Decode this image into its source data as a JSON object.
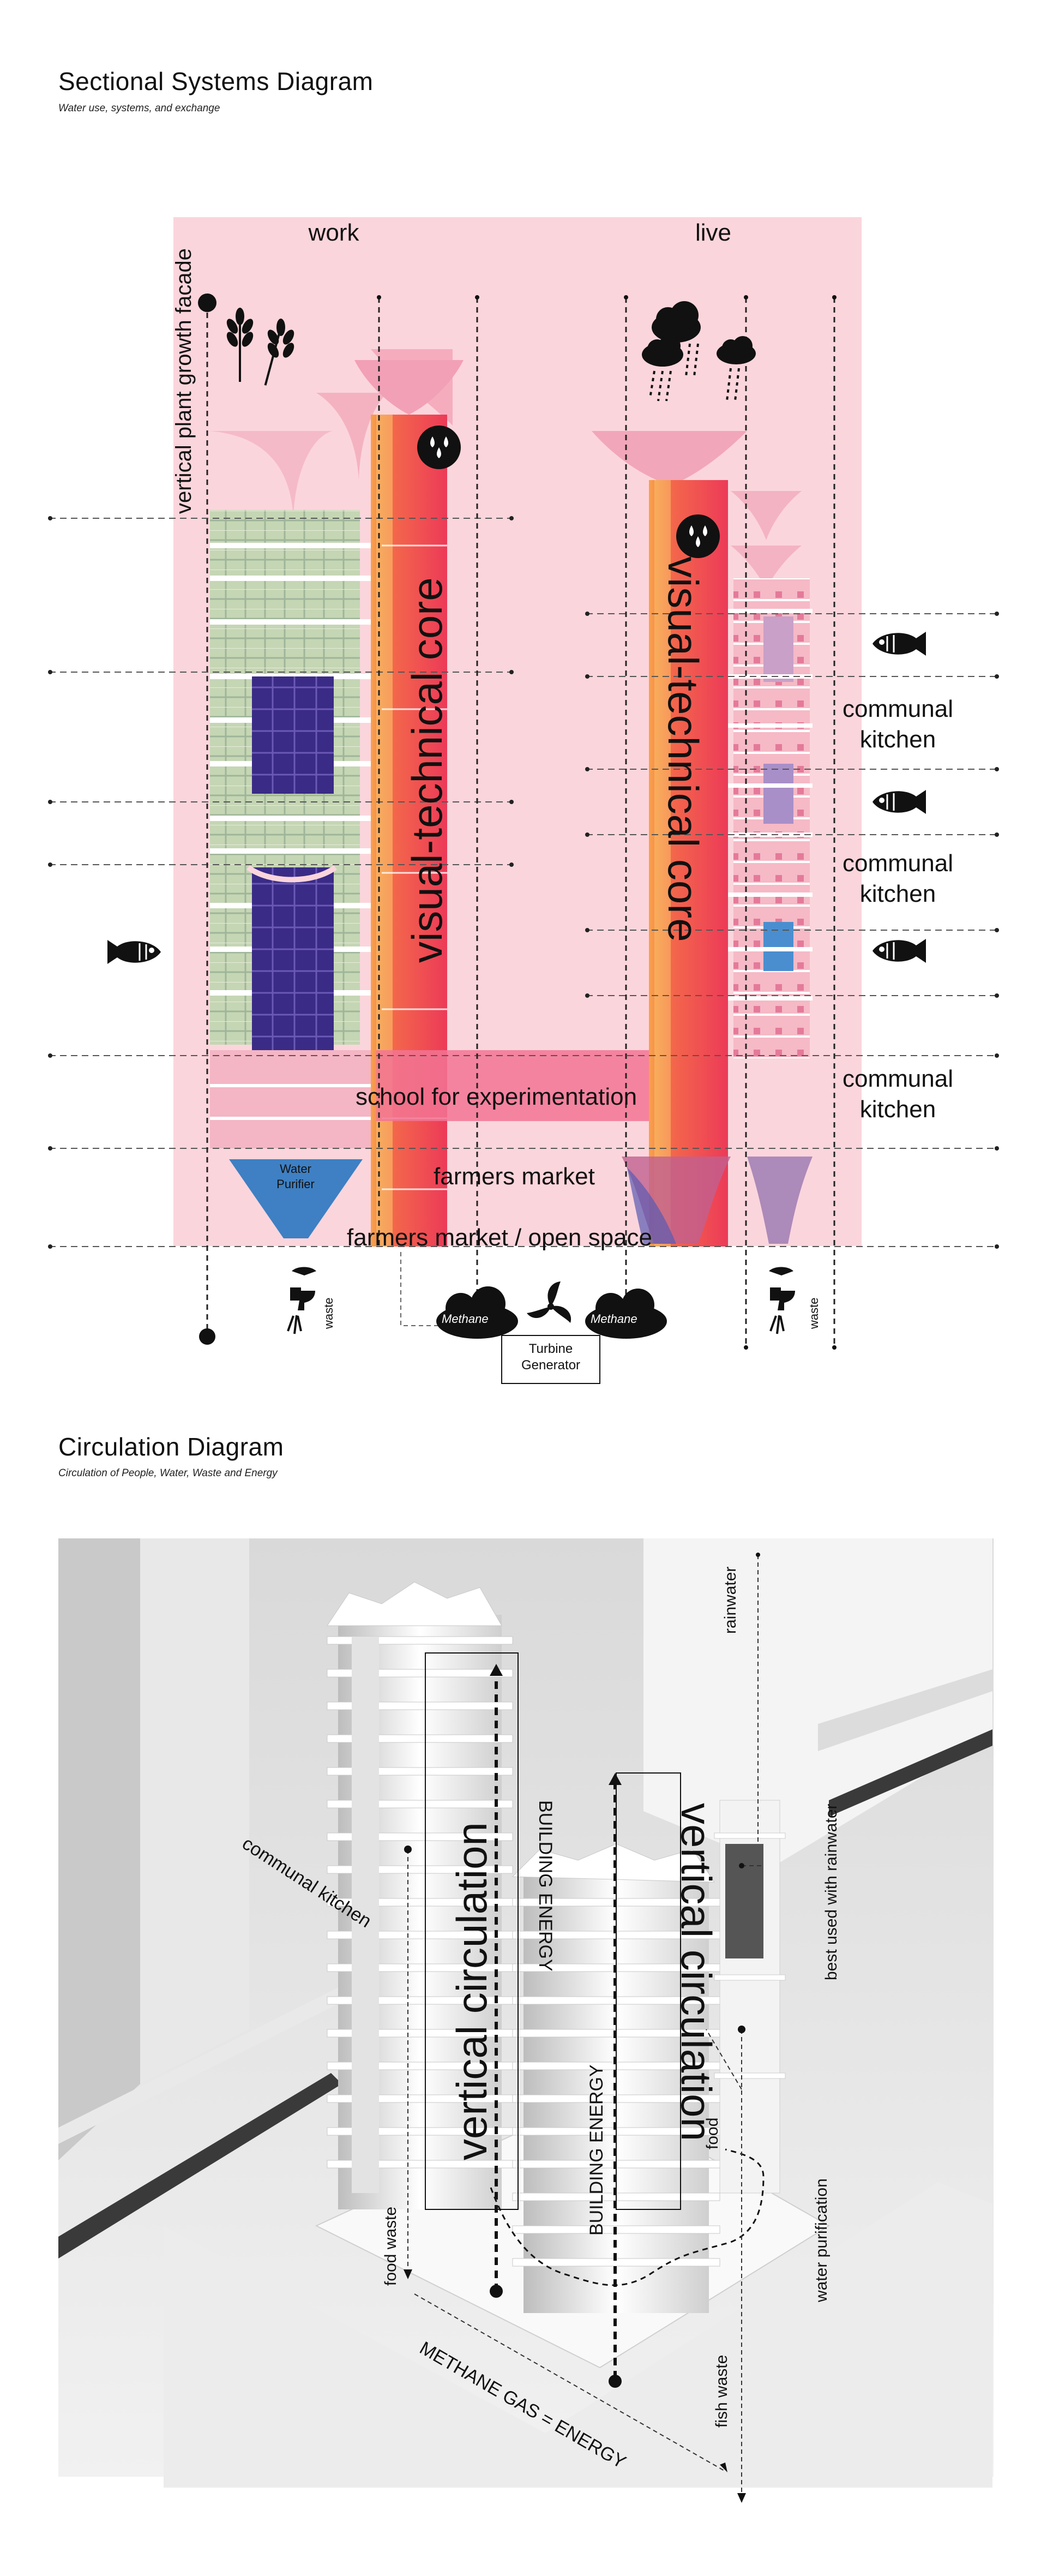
{
  "section1": {
    "title": "Sectional Systems Diagram",
    "subtitle": "Water use, systems, and exchange",
    "labels": {
      "work": "work",
      "live": "live",
      "facade": "vertical plant growth facade",
      "core": "visual-technical core",
      "communal_kitchen": "communal\nkitchen",
      "school": "school for experimentation",
      "farmers_market": "farmers market",
      "open_space": "farmers market / open space",
      "water_purifier": "Water\nPurifier",
      "waste": "waste",
      "methane": "Methane",
      "turbine": "Turbine\nGenerator"
    }
  },
  "section2": {
    "title": "Circulation Diagram",
    "subtitle": "Circulation of People, Water, Waste and Energy",
    "labels": {
      "vertical_circulation": "vertical circulation",
      "building_energy": "BUILDING ENERGY",
      "communal_kitchen": "communal kitchen",
      "rainwater": "rainwater",
      "best_used": "best used with rainwater",
      "food": "food",
      "food_waste": "food waste",
      "water_purification": "water purification",
      "fish_waste": "fish waste",
      "methane_gas": "METHANE GAS = ENERGY"
    }
  },
  "colors": {
    "section_bg": "#fbd6dc",
    "core_red": "#ee3a55",
    "core_orange": "#f6a04a",
    "facade_green": "#b9cfa8",
    "facade_purple": "#3a2d8a",
    "purifier_blue": "#3e7fc2"
  },
  "icons": [
    "wheat-icon",
    "rain-cloud-icon",
    "water-drop-icon",
    "fish-icon",
    "toilet-icon",
    "turbine-icon"
  ]
}
